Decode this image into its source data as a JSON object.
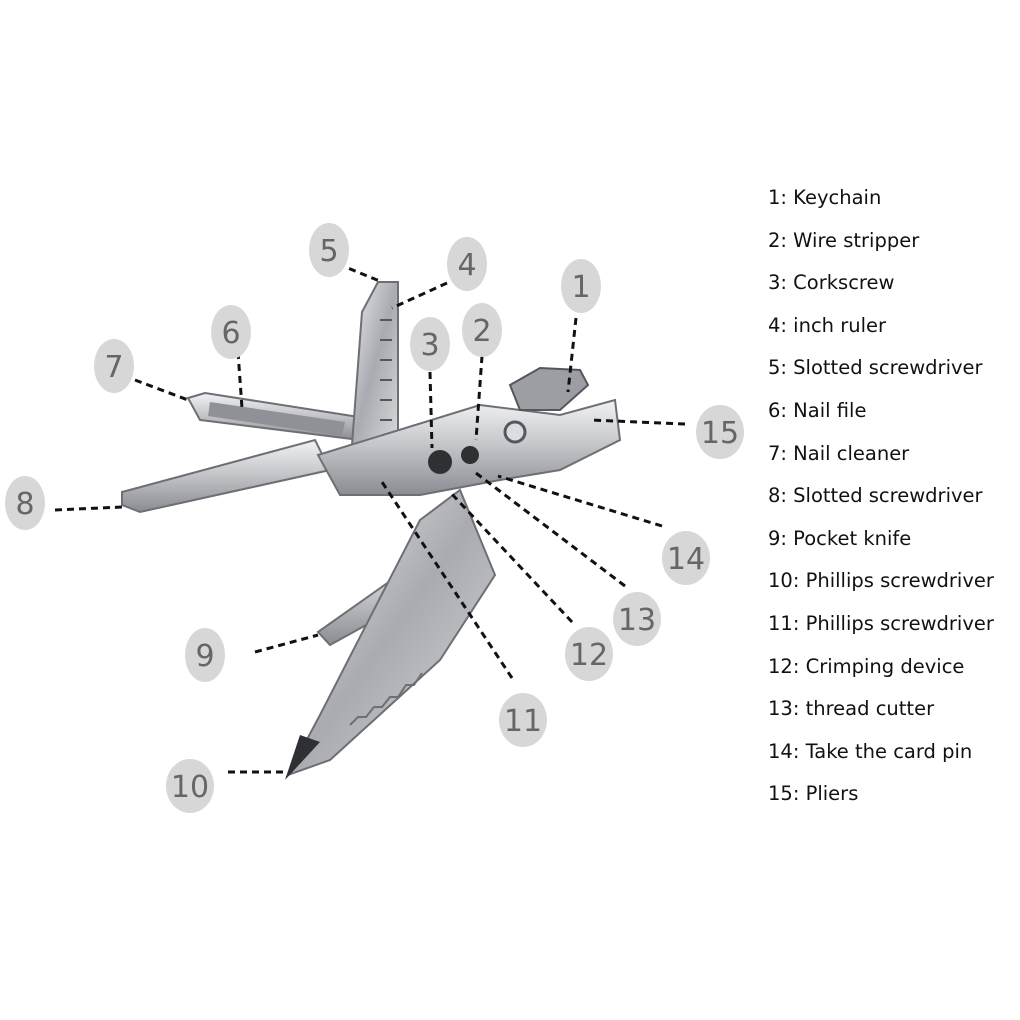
{
  "colors": {
    "steel_light": "#e2e3e6",
    "steel_mid": "#b3b5ba",
    "steel_dark": "#6d6f74",
    "badge": "#d7d7d7",
    "number": "#666666",
    "leader": "#111111"
  },
  "callouts": [
    {
      "number": "1"
    },
    {
      "number": "2"
    },
    {
      "number": "3"
    },
    {
      "number": "4"
    },
    {
      "number": "5"
    },
    {
      "number": "6"
    },
    {
      "number": "7"
    },
    {
      "number": "8"
    },
    {
      "number": "9"
    },
    {
      "number": "10"
    },
    {
      "number": "11"
    },
    {
      "number": "12"
    },
    {
      "number": "13"
    },
    {
      "number": "14"
    },
    {
      "number": "15"
    }
  ],
  "legend": [
    "1: Keychain",
    "2: Wire stripper",
    "3: Corkscrew",
    "4: inch ruler",
    "5: Slotted screwdriver",
    "6: Nail file",
    "7: Nail cleaner",
    "8: Slotted screwdriver",
    "9: Pocket knife",
    "10: Phillips screwdriver",
    "11: Phillips screwdriver",
    "12: Crimping device",
    "13: thread cutter",
    "14: Take the card pin",
    "15: Pliers"
  ]
}
